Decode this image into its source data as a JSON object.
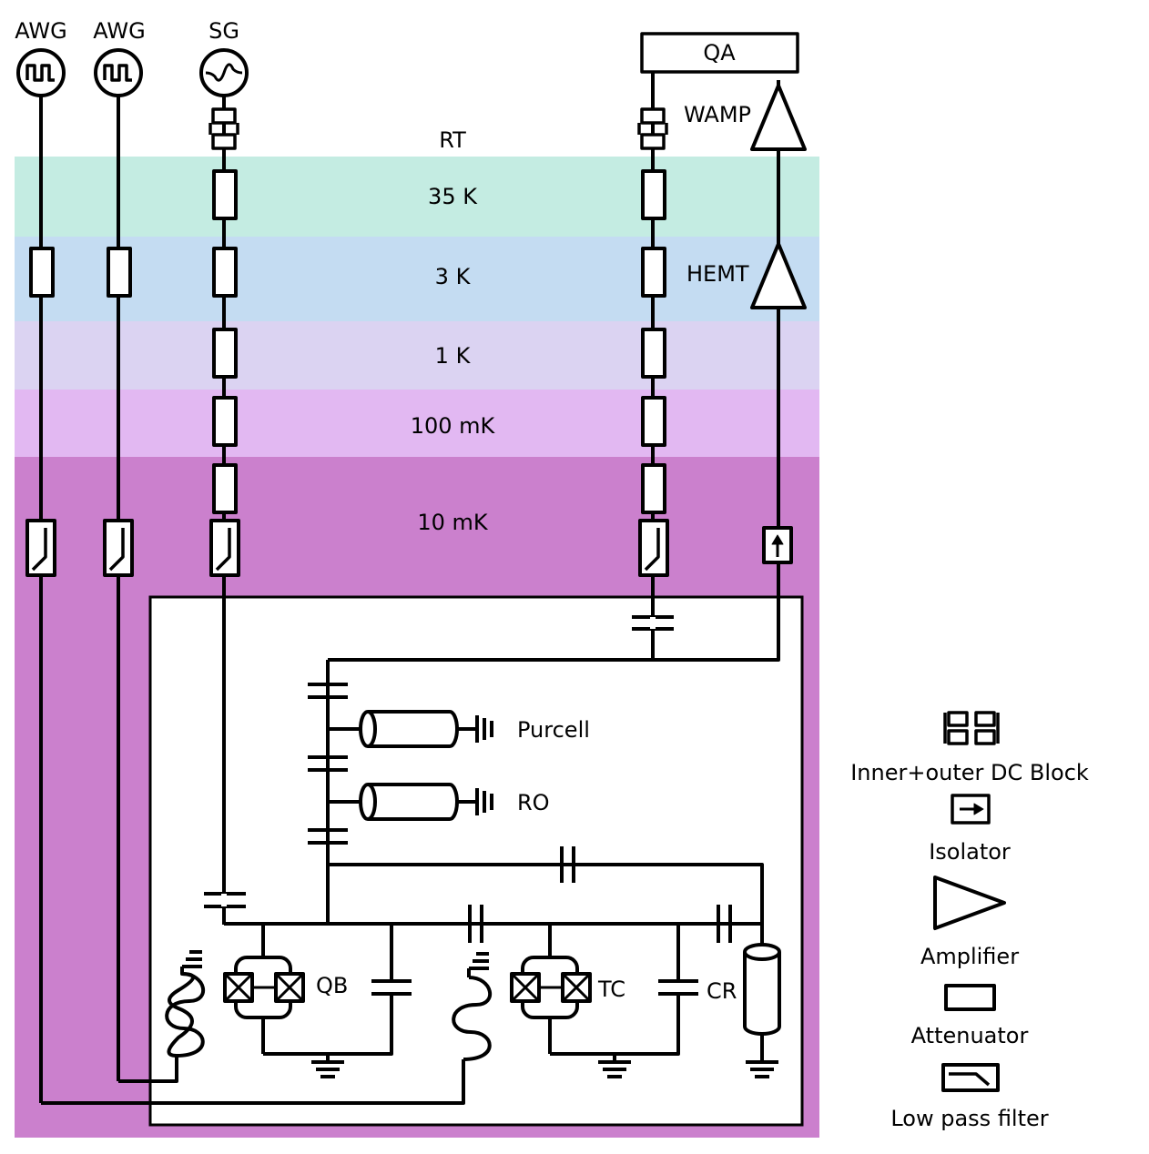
{
  "sources": {
    "awg1": "AWG",
    "awg2": "AWG",
    "sg": "SG"
  },
  "stages": {
    "rt": "RT",
    "k35": "35 K",
    "k3": "3 K",
    "k1": "1 K",
    "mk100": "100 mK",
    "mk10": "10 mK"
  },
  "readout": {
    "qa": "QA",
    "wamp": "WAMP",
    "hemt": "HEMT"
  },
  "chip": {
    "purcell": "Purcell",
    "ro": "RO",
    "qb": "QB",
    "tc": "TC",
    "cr": "CR"
  },
  "legend": {
    "dc_block": "Inner+outer DC Block",
    "isolator": "Isolator",
    "amplifier": "Amplifier",
    "attenuator": "Attenuator",
    "lpf": "Low pass filter"
  },
  "colors": {
    "stage_35k": "#c4ece2",
    "stage_3k": "#c4dcf2",
    "stage_1k": "#dbd3f2",
    "stage_100mk": "#e2b8f2",
    "stage_10mk": "#cb80cd"
  }
}
